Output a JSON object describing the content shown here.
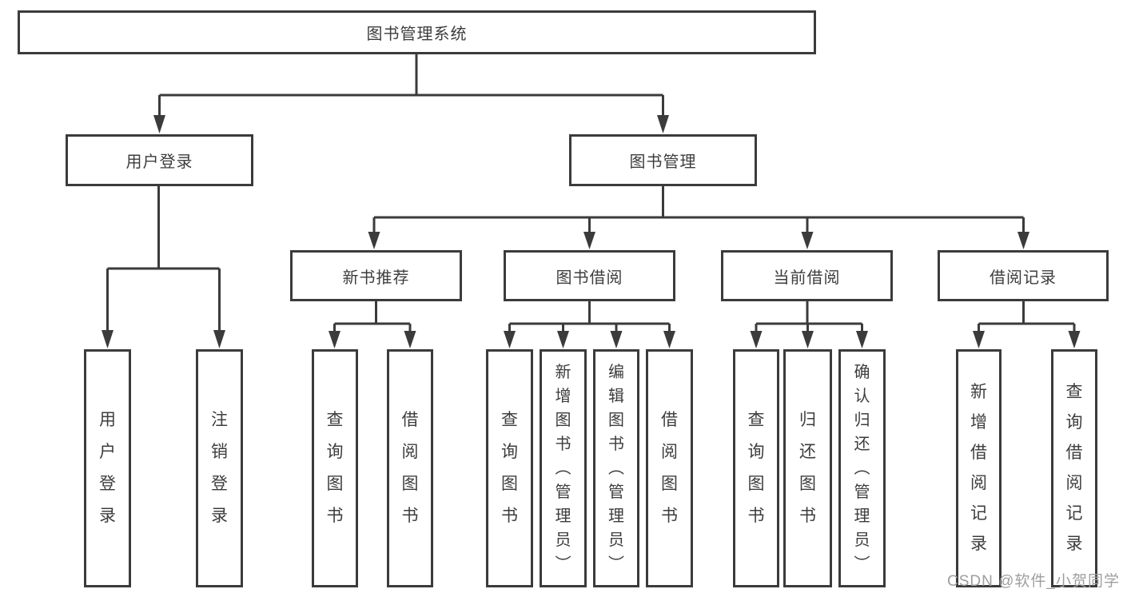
{
  "tree": {
    "root": {
      "label": "图书管理系统"
    },
    "login": {
      "label": "用户登录",
      "children": [
        {
          "label": "用户登录"
        },
        {
          "label": "注销登录"
        }
      ]
    },
    "mgmt": {
      "label": "图书管理",
      "sections": [
        {
          "label": "新书推荐",
          "children": [
            {
              "label": "查询图书"
            },
            {
              "label": "借阅图书"
            }
          ]
        },
        {
          "label": "图书借阅",
          "children": [
            {
              "label": "查询图书"
            },
            {
              "label": "新增图书︵管理员︶"
            },
            {
              "label": "编辑图书︵管理员︶"
            },
            {
              "label": "借阅图书"
            }
          ]
        },
        {
          "label": "当前借阅",
          "children": [
            {
              "label": "查询图书"
            },
            {
              "label": "归还图书"
            },
            {
              "label": "确认归还︵管理员︶"
            }
          ]
        },
        {
          "label": "借阅记录",
          "children": [
            {
              "label": "新增借阅记录"
            },
            {
              "label": "查询借阅记录"
            }
          ]
        }
      ]
    }
  },
  "watermark": {
    "text": "CSDN @软件_小贺同学"
  },
  "colors": {
    "line": "#3b3b3b",
    "text": "#3d3d3d",
    "box_background": "#ffffff",
    "watermark": "#9e9e9e"
  }
}
